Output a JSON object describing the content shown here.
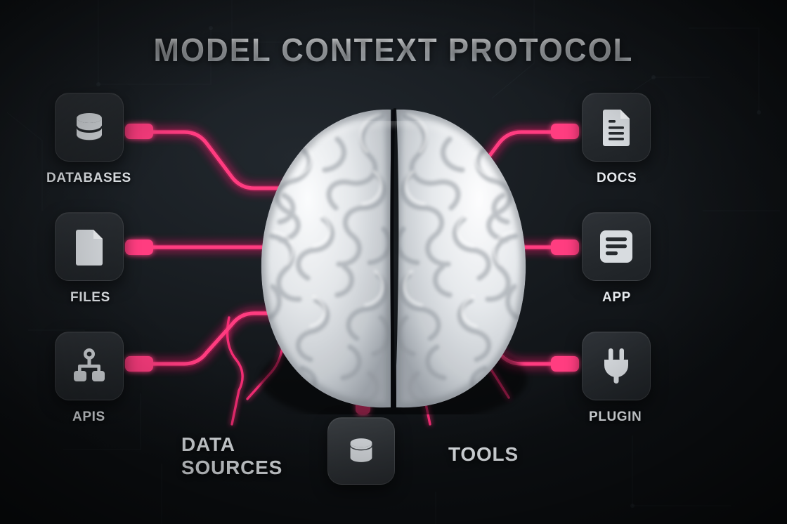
{
  "title": "MODEL CONTEXT PROTOCOL",
  "theme": {
    "background": "#14181c",
    "accent": "#ff3c80",
    "accent_glow": "#ff1f6e",
    "card_bg": "#272b2f",
    "icon_color": "#d8dce0",
    "text_color": "#e6eaee"
  },
  "center": {
    "name": "brain",
    "description": "3D human brain, top-down view"
  },
  "nodes": {
    "left": [
      {
        "id": "databases",
        "label": "DATABASES",
        "icon": "database-icon"
      },
      {
        "id": "files",
        "label": "FILES",
        "icon": "file-icon"
      },
      {
        "id": "apis",
        "label": "APIS",
        "icon": "sitemap-icon"
      }
    ],
    "right": [
      {
        "id": "docs",
        "label": "DOCS",
        "icon": "document-text-icon"
      },
      {
        "id": "app",
        "label": "APP",
        "icon": "app-window-icon"
      },
      {
        "id": "plugin",
        "label": "PLUGIN",
        "icon": "plug-icon"
      }
    ],
    "bottom": [
      {
        "id": "data-sources",
        "label": "DATA\nSOURCES",
        "icon": null
      },
      {
        "id": "center-database",
        "label": "",
        "icon": "database-icon"
      },
      {
        "id": "tools",
        "label": "TOOLS",
        "icon": null
      }
    ]
  },
  "connections": [
    {
      "from": "databases",
      "to": "brain",
      "style": "plug"
    },
    {
      "from": "files",
      "to": "brain",
      "style": "plug"
    },
    {
      "from": "apis",
      "to": "brain",
      "style": "plug"
    },
    {
      "from": "docs",
      "to": "brain",
      "style": "plug"
    },
    {
      "from": "app",
      "to": "brain",
      "style": "plug"
    },
    {
      "from": "plugin",
      "to": "brain",
      "style": "plug"
    },
    {
      "from": "center-database",
      "to": "brain",
      "style": "plug"
    },
    {
      "from": "data-sources",
      "to": "brain",
      "style": "open"
    },
    {
      "from": "tools",
      "to": "brain",
      "style": "open"
    }
  ]
}
